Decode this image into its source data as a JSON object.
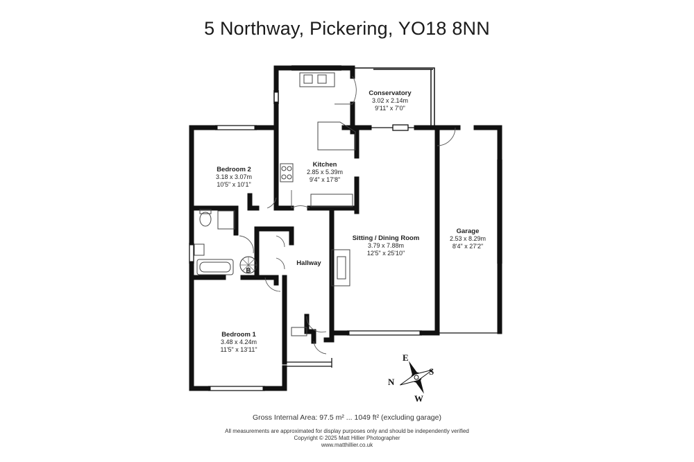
{
  "title": "5 Northway, Pickering, YO18 8NN",
  "rooms": {
    "conservatory": {
      "name": "Conservatory",
      "metric": "3.02 x 2.14m",
      "imperial": "9'11\" x 7'0\""
    },
    "kitchen": {
      "name": "Kitchen",
      "metric": "2.85 x 5.39m",
      "imperial": "9'4\" x 17'8\""
    },
    "bedroom2": {
      "name": "Bedroom 2",
      "metric": "3.18 x 3.07m",
      "imperial": "10'5\" x 10'1\""
    },
    "sitting": {
      "name": "Sitting / Dining Room",
      "metric": "3.79 x 7.88m",
      "imperial": "12'5\" x 25'10\""
    },
    "garage": {
      "name": "Garage",
      "metric": "2.53 x 8.29m",
      "imperial": "8'4\" x 27'2\""
    },
    "hallway": {
      "name": "Hallway"
    },
    "bedroom1": {
      "name": "Bedroom 1",
      "metric": "3.48 x 4.24m",
      "imperial": "11'5\" x 13'11\""
    }
  },
  "boiler_label": "B",
  "compass": {
    "north": "N",
    "east": "E",
    "south": "S",
    "west": "W"
  },
  "footer": {
    "gross_area": "Gross Internal Area: 97.5 m² ... 1049 ft² (excluding garage)",
    "disclaimer": "All measurements are approximated for display purposes only and should be independently verified",
    "copyright": "Copyright © 2025 Matt Hillier Photographer",
    "website": "www.matthillier.co.uk"
  },
  "colors": {
    "wall": "#111111",
    "fixture": "#444444"
  }
}
